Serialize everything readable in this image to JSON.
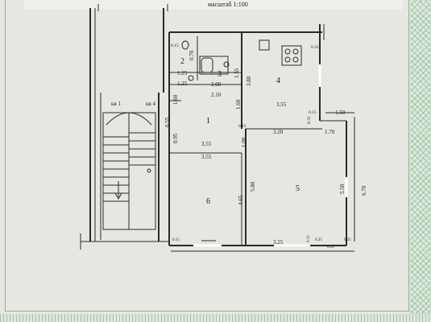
{
  "header": {
    "scale": "масштаб 1:100"
  },
  "apartments": {
    "left": "кв 1",
    "right": "кв 4"
  },
  "rooms": [
    {
      "id": "1",
      "label": "1"
    },
    {
      "id": "2",
      "label": "2"
    },
    {
      "id": "3",
      "label": "3"
    },
    {
      "id": "4",
      "label": "4"
    },
    {
      "id": "5",
      "label": "5"
    },
    {
      "id": "6",
      "label": "6"
    }
  ],
  "dimensions": {
    "d_0_15_top": "0.15",
    "d_0_70": "0.70",
    "d_1_25a": "1.25",
    "d_1_25b": "1.25",
    "d_2_00": "2.00",
    "d_2_10": "2.10",
    "d_1_55": "1.55",
    "d_3_80": "3.80",
    "d_0_35_top": "0.35",
    "d_1_60a": "1.60",
    "d_1_60b": "1.60",
    "d_3_55_r4": "3.55",
    "d_0_55": "0.55",
    "d_0_95": "0.95",
    "d_0_15_mid": "0.15",
    "d_0_35_mid": "0.35",
    "d_1_50": "1.50",
    "d_3_20": "3.20",
    "d_1_70": "1.70",
    "d_0_15_c": "0.15",
    "d_1_00": "1.00",
    "d_3_55_a": "3.55",
    "d_3_55_b": "3.55",
    "d_4_65": "4.65",
    "d_5_80": "5.80",
    "d_5_50": "5.50",
    "d_6_70": "6.70",
    "d_3_25": "3.25",
    "d_0_15_b": "0.15",
    "d_0_35_b": "0.35",
    "d_0_35_b2": "0.35",
    "d_0_95_b": "0.95",
    "d_0_15_bl": "0.15"
  }
}
